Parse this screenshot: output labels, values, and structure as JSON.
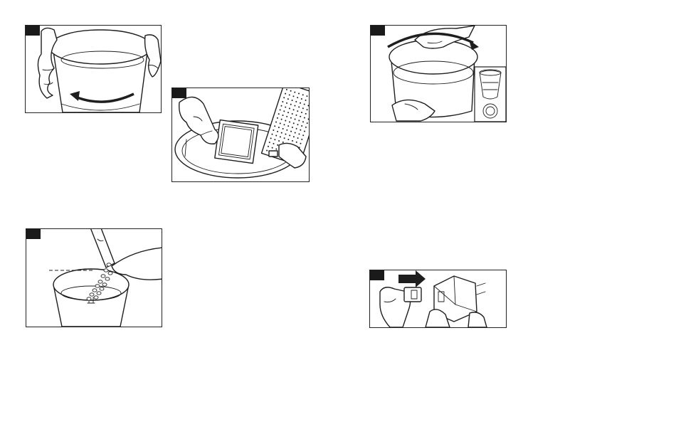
{
  "panels": [
    {
      "id": "rotate-bucket",
      "step": ""
    },
    {
      "id": "replace-filter-bag",
      "step": ""
    },
    {
      "id": "add-pellets",
      "step": ""
    },
    {
      "id": "rotate-lid",
      "step": ""
    },
    {
      "id": "plug-adapter",
      "step": ""
    }
  ],
  "icons": {
    "rotate": "rotate-arrow-icon",
    "insert": "arrow-right-icon"
  },
  "colors": {
    "ink": "#1e1e1e",
    "badge": "#1a1a1a",
    "background": "#ffffff"
  }
}
